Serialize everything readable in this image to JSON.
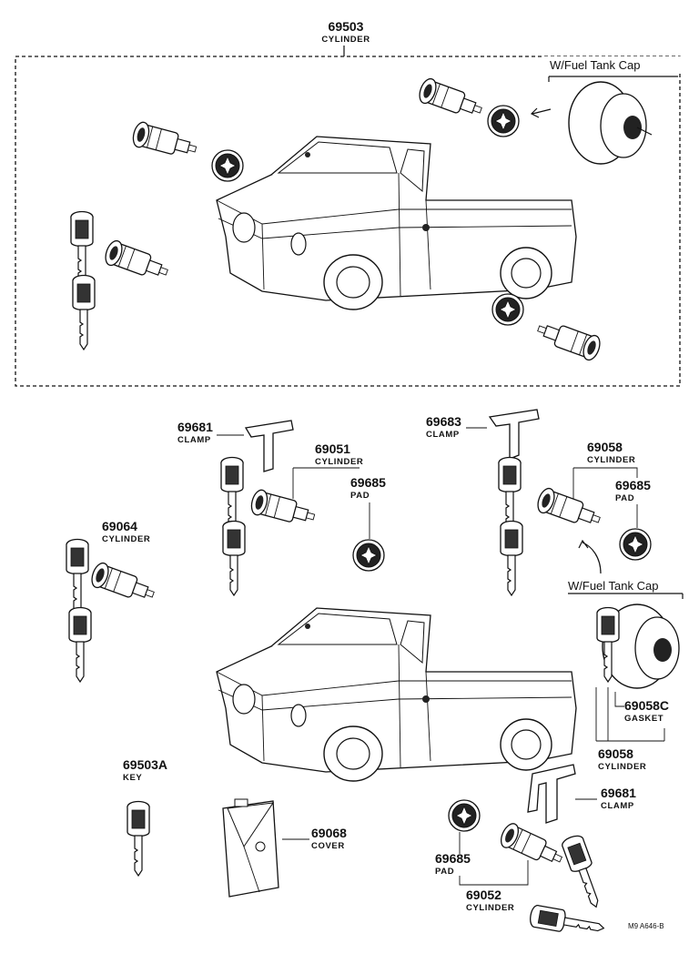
{
  "callouts": {
    "p69503": {
      "num": "69503",
      "label": "CYLINDER"
    },
    "p69681_top": {
      "num": "69681",
      "label": "CLAMP"
    },
    "p69051": {
      "num": "69051",
      "label": "CYLINDER"
    },
    "p69685_a": {
      "num": "69685",
      "label": "PAD"
    },
    "p69683": {
      "num": "69683",
      "label": "CLAMP"
    },
    "p69058_top": {
      "num": "69058",
      "label": "CYLINDER"
    },
    "p69685_b": {
      "num": "69685",
      "label": "PAD"
    },
    "p69064": {
      "num": "69064",
      "label": "CYLINDER"
    },
    "p69058c": {
      "num": "69058C",
      "label": "GASKET"
    },
    "p69058_bot": {
      "num": "69058",
      "label": "CYLINDER"
    },
    "p69503a": {
      "num": "69503A",
      "label": "KEY"
    },
    "p69068": {
      "num": "69068",
      "label": "COVER"
    },
    "p69681_bot": {
      "num": "69681",
      "label": "CLAMP"
    },
    "p69685_c": {
      "num": "69685",
      "label": "PAD"
    },
    "p69052": {
      "num": "69052",
      "label": "CYLINDER"
    }
  },
  "headers": {
    "fuel_cap_top": "W/Fuel Tank Cap",
    "fuel_cap_bottom": "W/Fuel Tank Cap"
  },
  "reference_code": "M9 A646-B"
}
